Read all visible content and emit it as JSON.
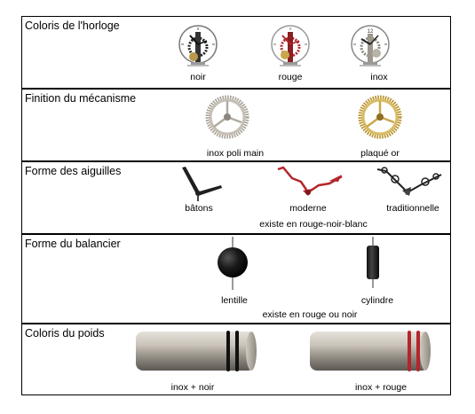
{
  "rows": [
    {
      "title": "Coloris de l'horloge",
      "items": [
        {
          "label": "noir",
          "icon": "clock-black-icon"
        },
        {
          "label": "rouge",
          "icon": "clock-red-icon"
        },
        {
          "label": "inox",
          "icon": "clock-steel-icon"
        }
      ]
    },
    {
      "title": "Finition du mécanisme",
      "items": [
        {
          "label": "inox poli main",
          "icon": "steel-gear-wheel-icon"
        },
        {
          "label": "plaqué or",
          "icon": "gold-gear-wheel-icon"
        }
      ]
    },
    {
      "title": "Forme des aiguilles",
      "items": [
        {
          "label": "bâtons",
          "icon": "baton-hands-icon"
        },
        {
          "label": "moderne",
          "icon": "modern-hands-icon"
        },
        {
          "label": "traditionnelle",
          "icon": "traditional-hands-icon"
        }
      ],
      "note": "existe en rouge-noir-blanc"
    },
    {
      "title": "Forme du balancier",
      "items": [
        {
          "label": "lentille",
          "icon": "lens-pendulum-icon"
        },
        {
          "label": "cylindre",
          "icon": "cylinder-pendulum-icon"
        }
      ],
      "note": "existe en rouge ou noir"
    },
    {
      "title": "Coloris du poids",
      "items": [
        {
          "label": "inox + noir",
          "icon": "weight-black-rings-icon"
        },
        {
          "label": "inox + rouge",
          "icon": "weight-red-rings-icon"
        }
      ]
    }
  ],
  "colors": {
    "border": "#000000",
    "red_accent": "#b3262b",
    "steel": "#b8b2a8",
    "gold": "#c9a74a",
    "dark": "#1f1f1f"
  },
  "clock_numeral": "12"
}
